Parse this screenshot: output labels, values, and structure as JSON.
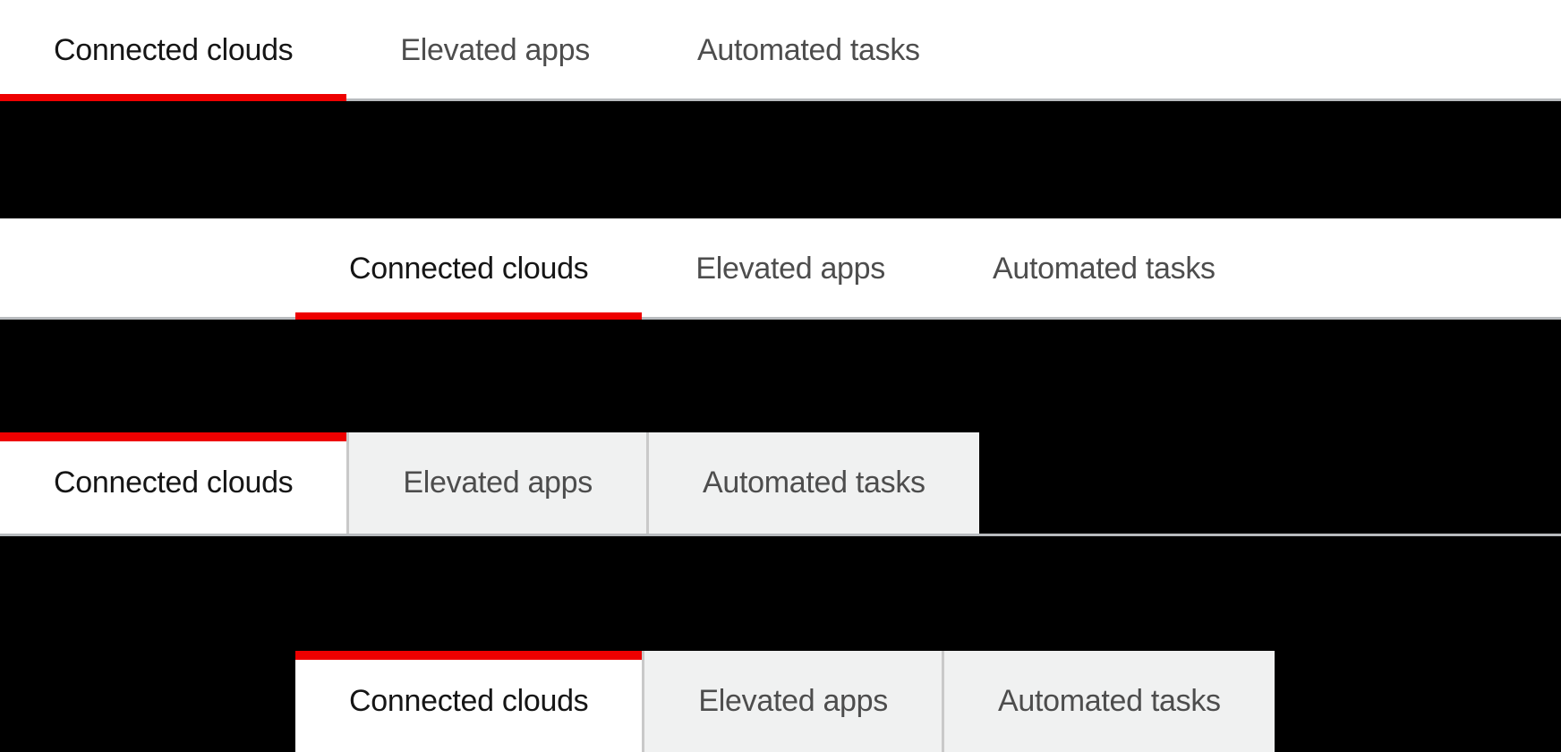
{
  "groups": [
    {
      "name": "underline-default",
      "variant": "underline",
      "tabs": [
        {
          "label": "Connected clouds",
          "active": true
        },
        {
          "label": "Elevated apps",
          "active": false
        },
        {
          "label": "Automated tasks",
          "active": false
        }
      ]
    },
    {
      "name": "underline-inset",
      "variant": "underline",
      "tabs": [
        {
          "label": "Connected clouds",
          "active": true
        },
        {
          "label": "Elevated apps",
          "active": false
        },
        {
          "label": "Automated tasks",
          "active": false
        }
      ]
    },
    {
      "name": "box-default",
      "variant": "box",
      "tabs": [
        {
          "label": "Connected clouds",
          "active": true
        },
        {
          "label": "Elevated apps",
          "active": false
        },
        {
          "label": "Automated tasks",
          "active": false
        }
      ]
    },
    {
      "name": "box-inset",
      "variant": "box",
      "tabs": [
        {
          "label": "Connected clouds",
          "active": true
        },
        {
          "label": "Elevated apps",
          "active": false
        },
        {
          "label": "Automated tasks",
          "active": false
        }
      ]
    }
  ],
  "colors": {
    "accent_red": "#ee0000",
    "active_text": "#151515",
    "inactive_text": "#4d4d4d",
    "rule_gray": "#b8bbbe",
    "box_fill": "#f0f1f1",
    "box_divider": "#c9c9c9",
    "surface_white": "#ffffff",
    "background_black": "#000000"
  }
}
